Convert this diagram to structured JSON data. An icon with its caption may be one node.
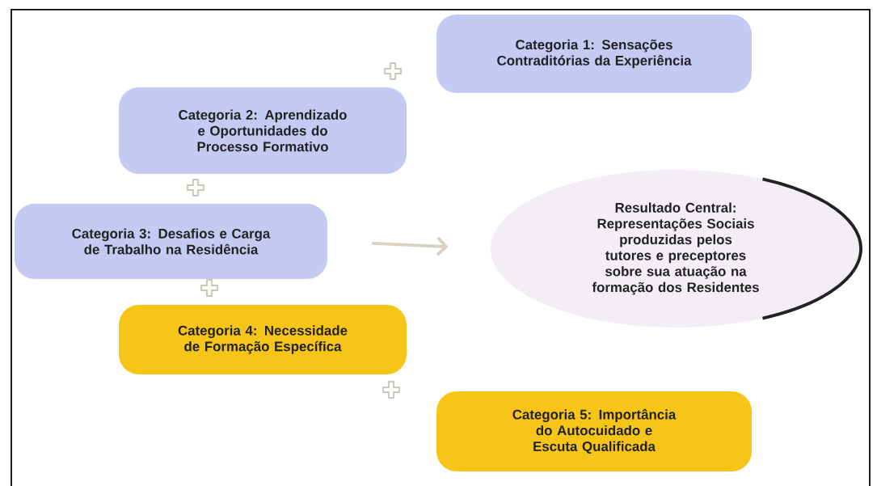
{
  "diagram": {
    "nodes": [
      {
        "text": [
          "Categoria 1: Sensações Contraditórias da Experiência"
        ]
      },
      {
        "text": [
          "Categoria 2: Aprendizado e Oportunidades do Processo Formativo"
        ]
      },
      {
        "text": [
          "Categoria 3: Desafios e Carga de Trabalho na Residência"
        ]
      },
      {
        "text": [
          "Categoria 4: Necessidade de Formação Específica"
        ]
      },
      {
        "text": [
          "Categoria 5: Importância do Autocuidado e Escuta Qualificada"
        ]
      },
      {
        "text": [
          "Resultado Central: Representações Sociais produzidas pelos tutores e preceptores sobre sua atuação na formação dos Residentes"
        ]
      }
    ],
    "edges": [
      {
        "from": 2,
        "to": 5,
        "arrow": "to"
      }
    ]
  }
}
